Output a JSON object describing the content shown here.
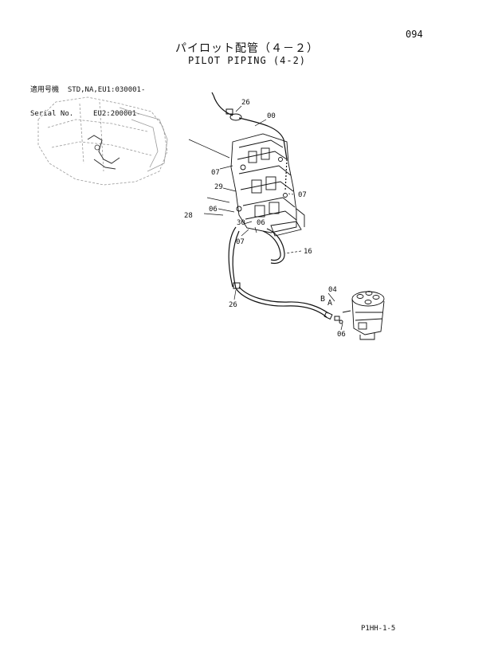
{
  "header": {
    "page_number": "094",
    "title_jp": "パイロット配管（４－２）",
    "title_en": "PILOT PIPING (4-2)"
  },
  "serial": {
    "line1_label": "適用号機",
    "line1_value": "STD,NA,EU1:030001-",
    "line2_label": "Serial No.",
    "line2_value": "EU2:200001-"
  },
  "callouts": {
    "c26_top": "26",
    "c00": "00",
    "c07_left": "07",
    "c07_right": "07",
    "c29": "29",
    "c06_left": "06",
    "c28": "28",
    "c30": "30",
    "c06_mid": "06",
    "c07_bottom": "07",
    "c16": "16",
    "c04": "04",
    "cB": "B",
    "cA": "A",
    "c26_bottom": "26",
    "c06_bottom": "06"
  },
  "footer": {
    "doc_code": "P1HH-1-5"
  }
}
